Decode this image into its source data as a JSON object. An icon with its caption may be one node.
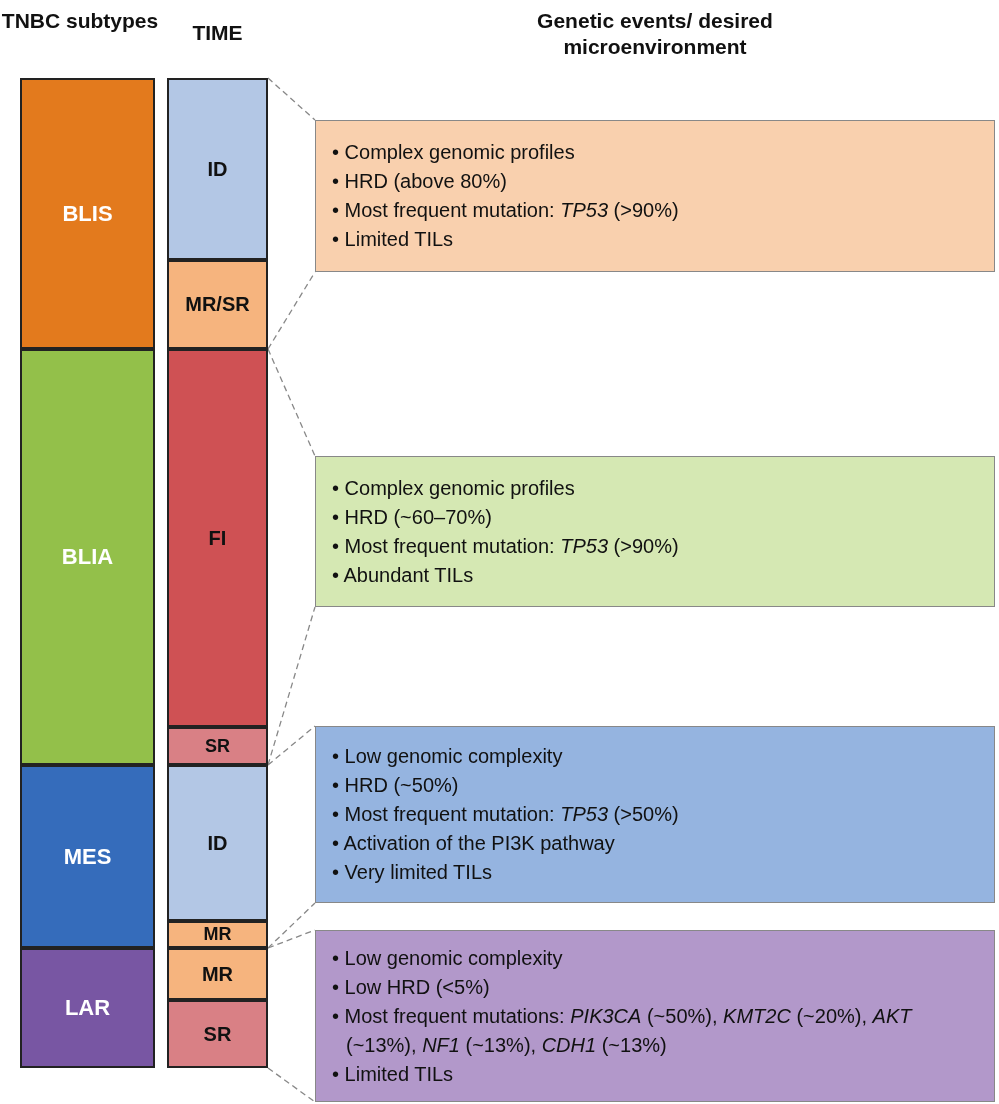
{
  "diagram": {
    "nodes": [
      {
        "text": [
          "BLIS"
        ]
      },
      {
        "text": [
          "BLIA"
        ]
      },
      {
        "text": [
          "MES"
        ]
      },
      {
        "text": [
          "LAR"
        ]
      },
      {
        "text": [
          "ID"
        ]
      },
      {
        "text": [
          "MR/SR"
        ]
      },
      {
        "text": [
          "FI"
        ]
      },
      {
        "text": [
          "SR"
        ]
      },
      {
        "text": [
          "ID"
        ]
      },
      {
        "text": [
          "MR"
        ]
      },
      {
        "text": [
          "MR"
        ]
      },
      {
        "text": [
          "SR"
        ]
      },
      {
        "text": [
          "• Complex genomic profiles",
          "• HRD (above 80%)",
          "• Most frequent mutation: *TP53* (>90%)",
          "• Limited TILs"
        ]
      },
      {
        "text": [
          "• Complex genomic profiles",
          "• HRD (~60–70%)",
          "• Most frequent mutation: *TP53* (>90%)",
          "• Abundant TILs"
        ]
      },
      {
        "text": [
          "• Low genomic complexity",
          "• HRD (~50%)",
          "• Most frequent mutation: *TP53* (>50%)",
          "• Activation of the PI3K pathway",
          "• Very limited TILs"
        ]
      },
      {
        "text": [
          "• Low genomic complexity",
          "• Low HRD (<5%)",
          "• Most frequent mutations: *PIK3CA* (~50%), *KMT2C* (~20%), *AKT* (~13%), *NF1* (~13%), *CDH1* (~13%)",
          "• Limited TILs"
        ]
      }
    ],
    "edges": [
      {
        "from": 4,
        "to": 12,
        "arrow": "none",
        "style": "dashed"
      },
      {
        "from": 5,
        "to": 12,
        "arrow": "none",
        "style": "dashed"
      },
      {
        "from": 6,
        "to": 13,
        "arrow": "none",
        "style": "dashed"
      },
      {
        "from": 7,
        "to": 13,
        "arrow": "none",
        "style": "dashed"
      },
      {
        "from": 8,
        "to": 14,
        "arrow": "none",
        "style": "dashed"
      },
      {
        "from": 9,
        "to": 14,
        "arrow": "none",
        "style": "dashed"
      },
      {
        "from": 10,
        "to": 15,
        "arrow": "none",
        "style": "dashed"
      },
      {
        "from": 11,
        "to": 15,
        "arrow": "none",
        "style": "dashed"
      }
    ],
    "labels": [
      "TNBC subtypes",
      "TIME",
      "Genetic events/ desired microenvironment"
    ]
  }
}
